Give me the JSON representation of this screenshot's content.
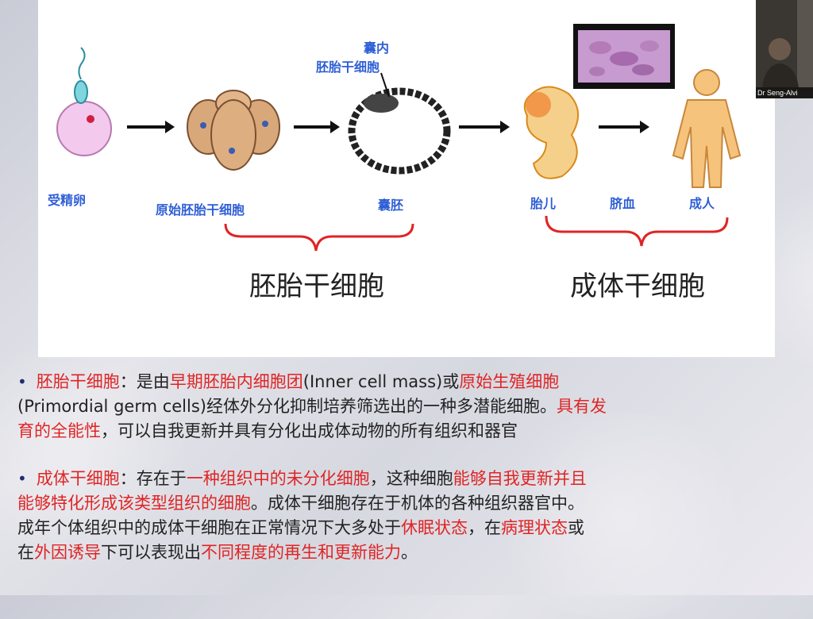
{
  "diagram": {
    "inner_label_line1": "囊内",
    "inner_label_line2": "胚胎干细胞",
    "stage_labels": [
      "受精卵",
      "原始胚胎干细胞",
      "囊胚",
      "胎儿",
      "脐血",
      "成人"
    ],
    "group_embryonic": "胚胎干细胞",
    "group_adult": "成体干细胞"
  },
  "video": {
    "speaker_name": "Dr Seng-Alvi"
  },
  "bullets": [
    {
      "segments": [
        {
          "t": "胚胎干细胞",
          "c": "red"
        },
        {
          "t": "：是由",
          "c": "blk"
        },
        {
          "t": "早期胚胎内细胞团",
          "c": "red"
        },
        {
          "t": "(Inner   cell   mass)",
          "c": "blk"
        },
        {
          "t": "或",
          "c": "blk"
        },
        {
          "t": "原始生殖细胞",
          "c": "red"
        }
      ],
      "line2": [
        {
          "t": "(Primordial  germ  cells)",
          "c": "blk"
        },
        {
          "t": "经体外分化抑制培养筛选出的一种多潜能细胞。",
          "c": "blk"
        },
        {
          "t": "具有发",
          "c": "red"
        }
      ],
      "line3": [
        {
          "t": "育的全能性",
          "c": "red"
        },
        {
          "t": "，可以自我更新并具有分化出成体动物的所有组织和器官",
          "c": "blk"
        }
      ]
    },
    {
      "segments": [
        {
          "t": "成体干细胞",
          "c": "red"
        },
        {
          "t": "：存在于",
          "c": "blk"
        },
        {
          "t": "一种组织中的未分化细胞",
          "c": "red"
        },
        {
          "t": "，这种细胞",
          "c": "blk"
        },
        {
          "t": "能够自我更新并且",
          "c": "red"
        }
      ],
      "line2": [
        {
          "t": "能够特化形成该类型组织的细胞",
          "c": "red"
        },
        {
          "t": "。成体干细胞存在于机体的各种组织器官中。",
          "c": "blk"
        }
      ],
      "line3": [
        {
          "t": "成年个体组织中的成体干细胞在正常情况下大多处于",
          "c": "blk"
        },
        {
          "t": "休眠状态",
          "c": "red"
        },
        {
          "t": "，在",
          "c": "blk"
        },
        {
          "t": "病理状态",
          "c": "red"
        },
        {
          "t": "或",
          "c": "blk"
        }
      ],
      "line4": [
        {
          "t": "在",
          "c": "blk"
        },
        {
          "t": "外因诱导",
          "c": "red"
        },
        {
          "t": "下可以表现出",
          "c": "blk"
        },
        {
          "t": "不同程度的再生和更新能力",
          "c": "red"
        },
        {
          "t": "。",
          "c": "blk"
        }
      ]
    }
  ]
}
